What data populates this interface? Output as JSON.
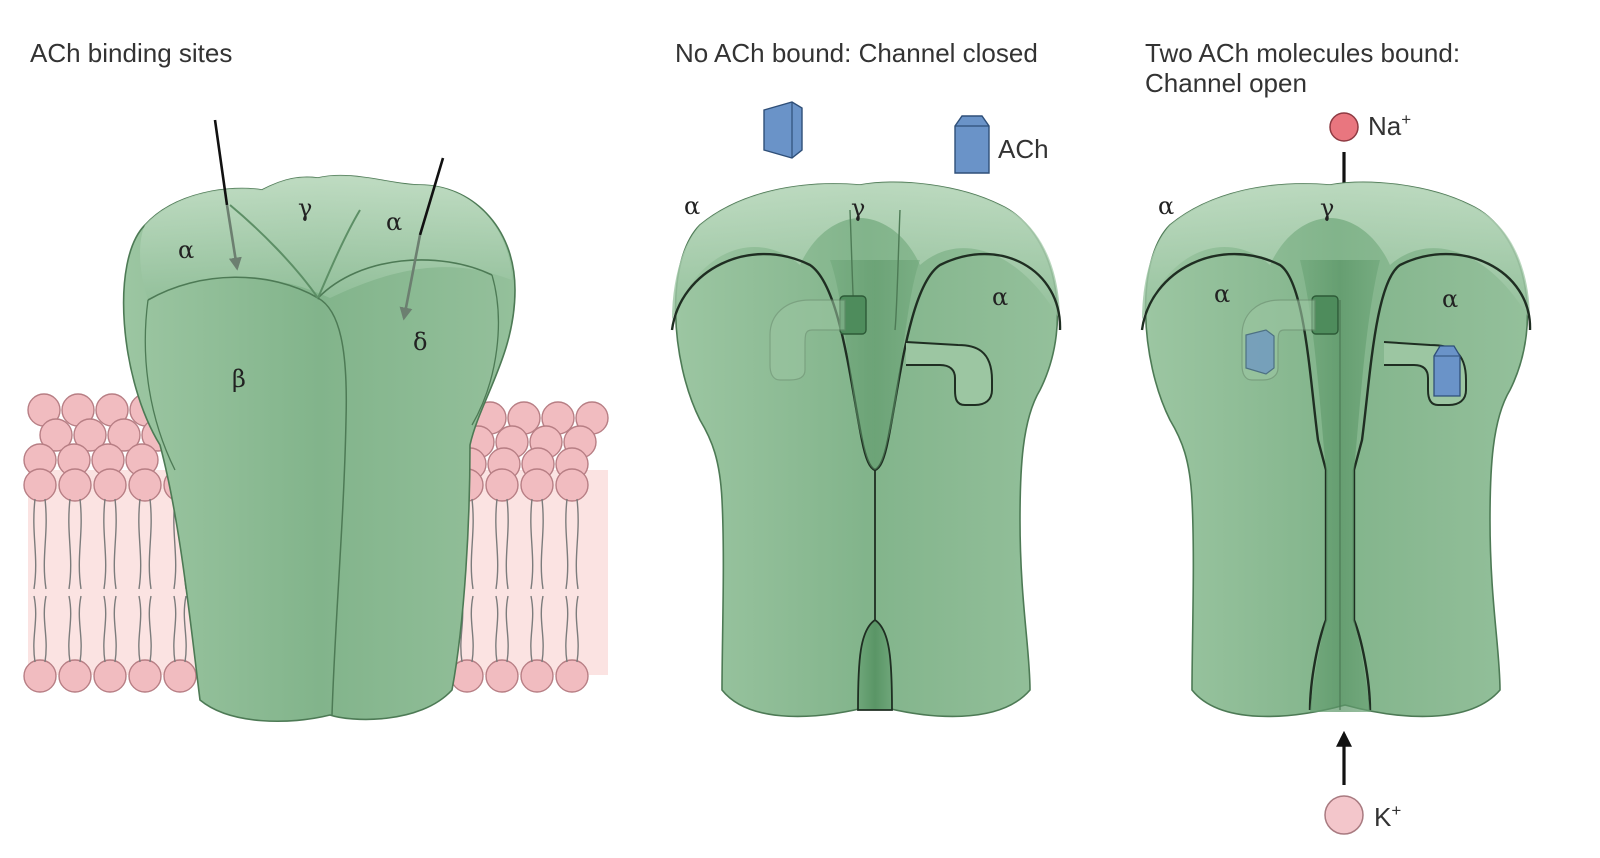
{
  "panels": [
    {
      "title": "ACh binding sites",
      "labels": {
        "alpha_left": "α",
        "gamma": "γ",
        "alpha_right": "α",
        "beta": "β",
        "delta": "δ"
      }
    },
    {
      "title": "No ACh bound: Channel closed",
      "labels": {
        "alpha_left": "α",
        "gamma": "γ",
        "alpha_right": "α",
        "ach": "ACh"
      }
    },
    {
      "title_line1": "Two ACh molecules bound:",
      "title_line2": "Channel open",
      "labels": {
        "alpha_left": "α",
        "gamma": "γ",
        "alpha_inner_left": "α",
        "alpha_right": "α",
        "na": "Na",
        "na_charge": "+",
        "k": "K",
        "k_charge": "+"
      }
    }
  ],
  "colors": {
    "receptor_green": "#8fbc95",
    "receptor_dark": "#5e9a6a",
    "ach_blue": "#6a93c8",
    "lipid_head": "#f1bcc0",
    "na_ion": "#e9767f",
    "k_ion": "#f3c6cb"
  }
}
